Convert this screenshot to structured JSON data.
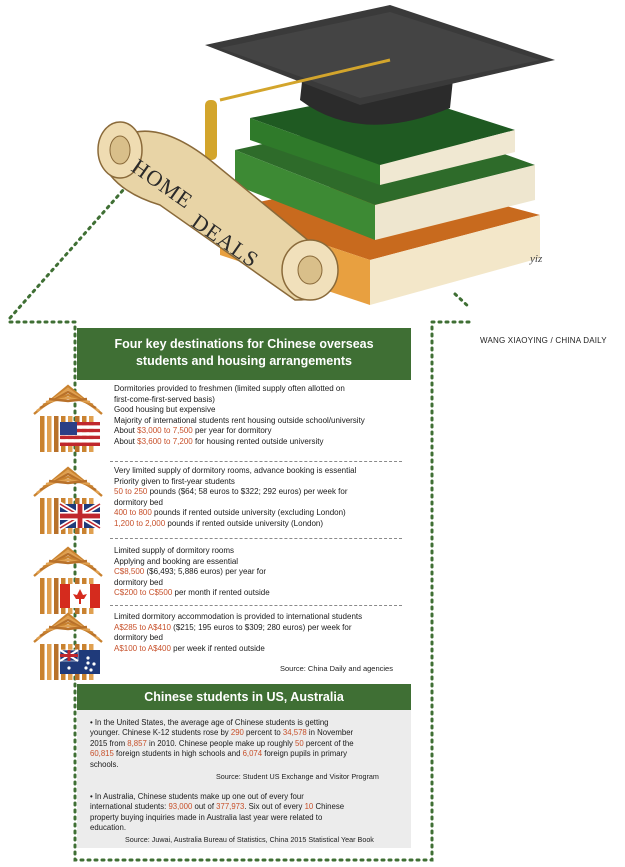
{
  "illustration": {
    "scroll_word_1": "HOME",
    "scroll_word_2": "DEALS",
    "signature": "yiz"
  },
  "credit": "WANG XIAOYING / CHINA DAILY",
  "header": {
    "line1": "Four key destinations for Chinese overseas",
    "line2": "students and housing arrangements"
  },
  "countries": [
    {
      "flag": "us-flag-icon",
      "lines": [
        {
          "t": "Dormitories provided to freshmen (limited supply often allotted on"
        },
        {
          "t": "first-come-first-served basis)"
        },
        {
          "t": "Good housing but expensive"
        },
        {
          "t": "Majority of international students rent housing outside school/university"
        },
        {
          "a": "About ",
          "h": "$3,000 to 7,500",
          "b": " per year for dormitory"
        },
        {
          "a": "About ",
          "h": "$3,600 to 7,200",
          "b": " for housing rented outside university"
        }
      ]
    },
    {
      "flag": "uk-flag-icon",
      "lines": [
        {
          "t": "Very limited supply of dormitory rooms, advance booking is essential"
        },
        {
          "t": "Priority given to first-year students"
        },
        {
          "a": "",
          "h": "50 to 250",
          "b": " pounds ($64; 58 euros to $322; 292 euros) per week for"
        },
        {
          "t": "dormitory bed"
        },
        {
          "a": "",
          "h": "400 to 800",
          "b": " pounds if rented outside university (excluding London)"
        },
        {
          "a": "",
          "h": "1,200 to 2,000",
          "b": " pounds if rented outside university (London)"
        }
      ]
    },
    {
      "flag": "canada-flag-icon",
      "lines": [
        {
          "t": "Limited supply of dormitory rooms"
        },
        {
          "t": "Applying and booking are essential"
        },
        {
          "a": "",
          "h": "C$8,500",
          "b": " ($6,493; 5,886 euros) per year for"
        },
        {
          "t": "dormitory bed"
        },
        {
          "a": "",
          "h": "C$200 to C$500",
          "b": " per month if rented outside"
        }
      ]
    },
    {
      "flag": "australia-flag-icon",
      "lines": [
        {
          "t": "Limited dormitory accommodation is provided to international students"
        },
        {
          "a": "",
          "h": "A$285 to A$410",
          "b": " ($215; 195 euros to $309; 280 euros) per week for"
        },
        {
          "t": "dormitory bed"
        },
        {
          "a": "",
          "h": "A$100 to A$400",
          "b": " per week if rented outside"
        }
      ]
    }
  ],
  "source1": "Source: China Daily and agencies",
  "section2": {
    "title": "Chinese students in US, Australia",
    "p1": [
      {
        "a": "• In the United States, the average age of Chinese students is getting",
        "h": "",
        "b": ""
      },
      {
        "a": "younger. Chinese K-12 students rose by ",
        "h": "290",
        "b": " percent to ",
        "h2": "34,578",
        "c": " in November"
      },
      {
        "a": "2015 from ",
        "h": "8,857",
        "b": " in 2010. Chinese people make up roughly ",
        "h2": "50",
        "c": " percent of the"
      },
      {
        "a": "",
        "h": "60,815",
        "b": " foreign students in high schools and ",
        "h2": "6,074",
        "c": " foreign pupils in primary"
      },
      {
        "a": "schools.",
        "h": "",
        "b": ""
      }
    ],
    "source_p1": "Source: Student US Exchange and Visitor Program",
    "p2": [
      {
        "a": "• In Australia, Chinese students make up one out of every four",
        "h": "",
        "b": ""
      },
      {
        "a": "international students: ",
        "h": "93,000",
        "b": " out of ",
        "h2": "377,973",
        "c": ". Six out of every ",
        "h3": "10",
        "d": " Chinese"
      },
      {
        "a": "property buying inquiries made in Australia last year were related to",
        "h": "",
        "b": ""
      },
      {
        "a": "education.",
        "h": "",
        "b": ""
      }
    ],
    "source_p2": "Source: Juwai, Australia Bureau of Statistics, China 2015 Statistical Year Book"
  },
  "colors": {
    "green": "#3f6f34",
    "highlight": "#c7502a",
    "box": "#ececec"
  }
}
